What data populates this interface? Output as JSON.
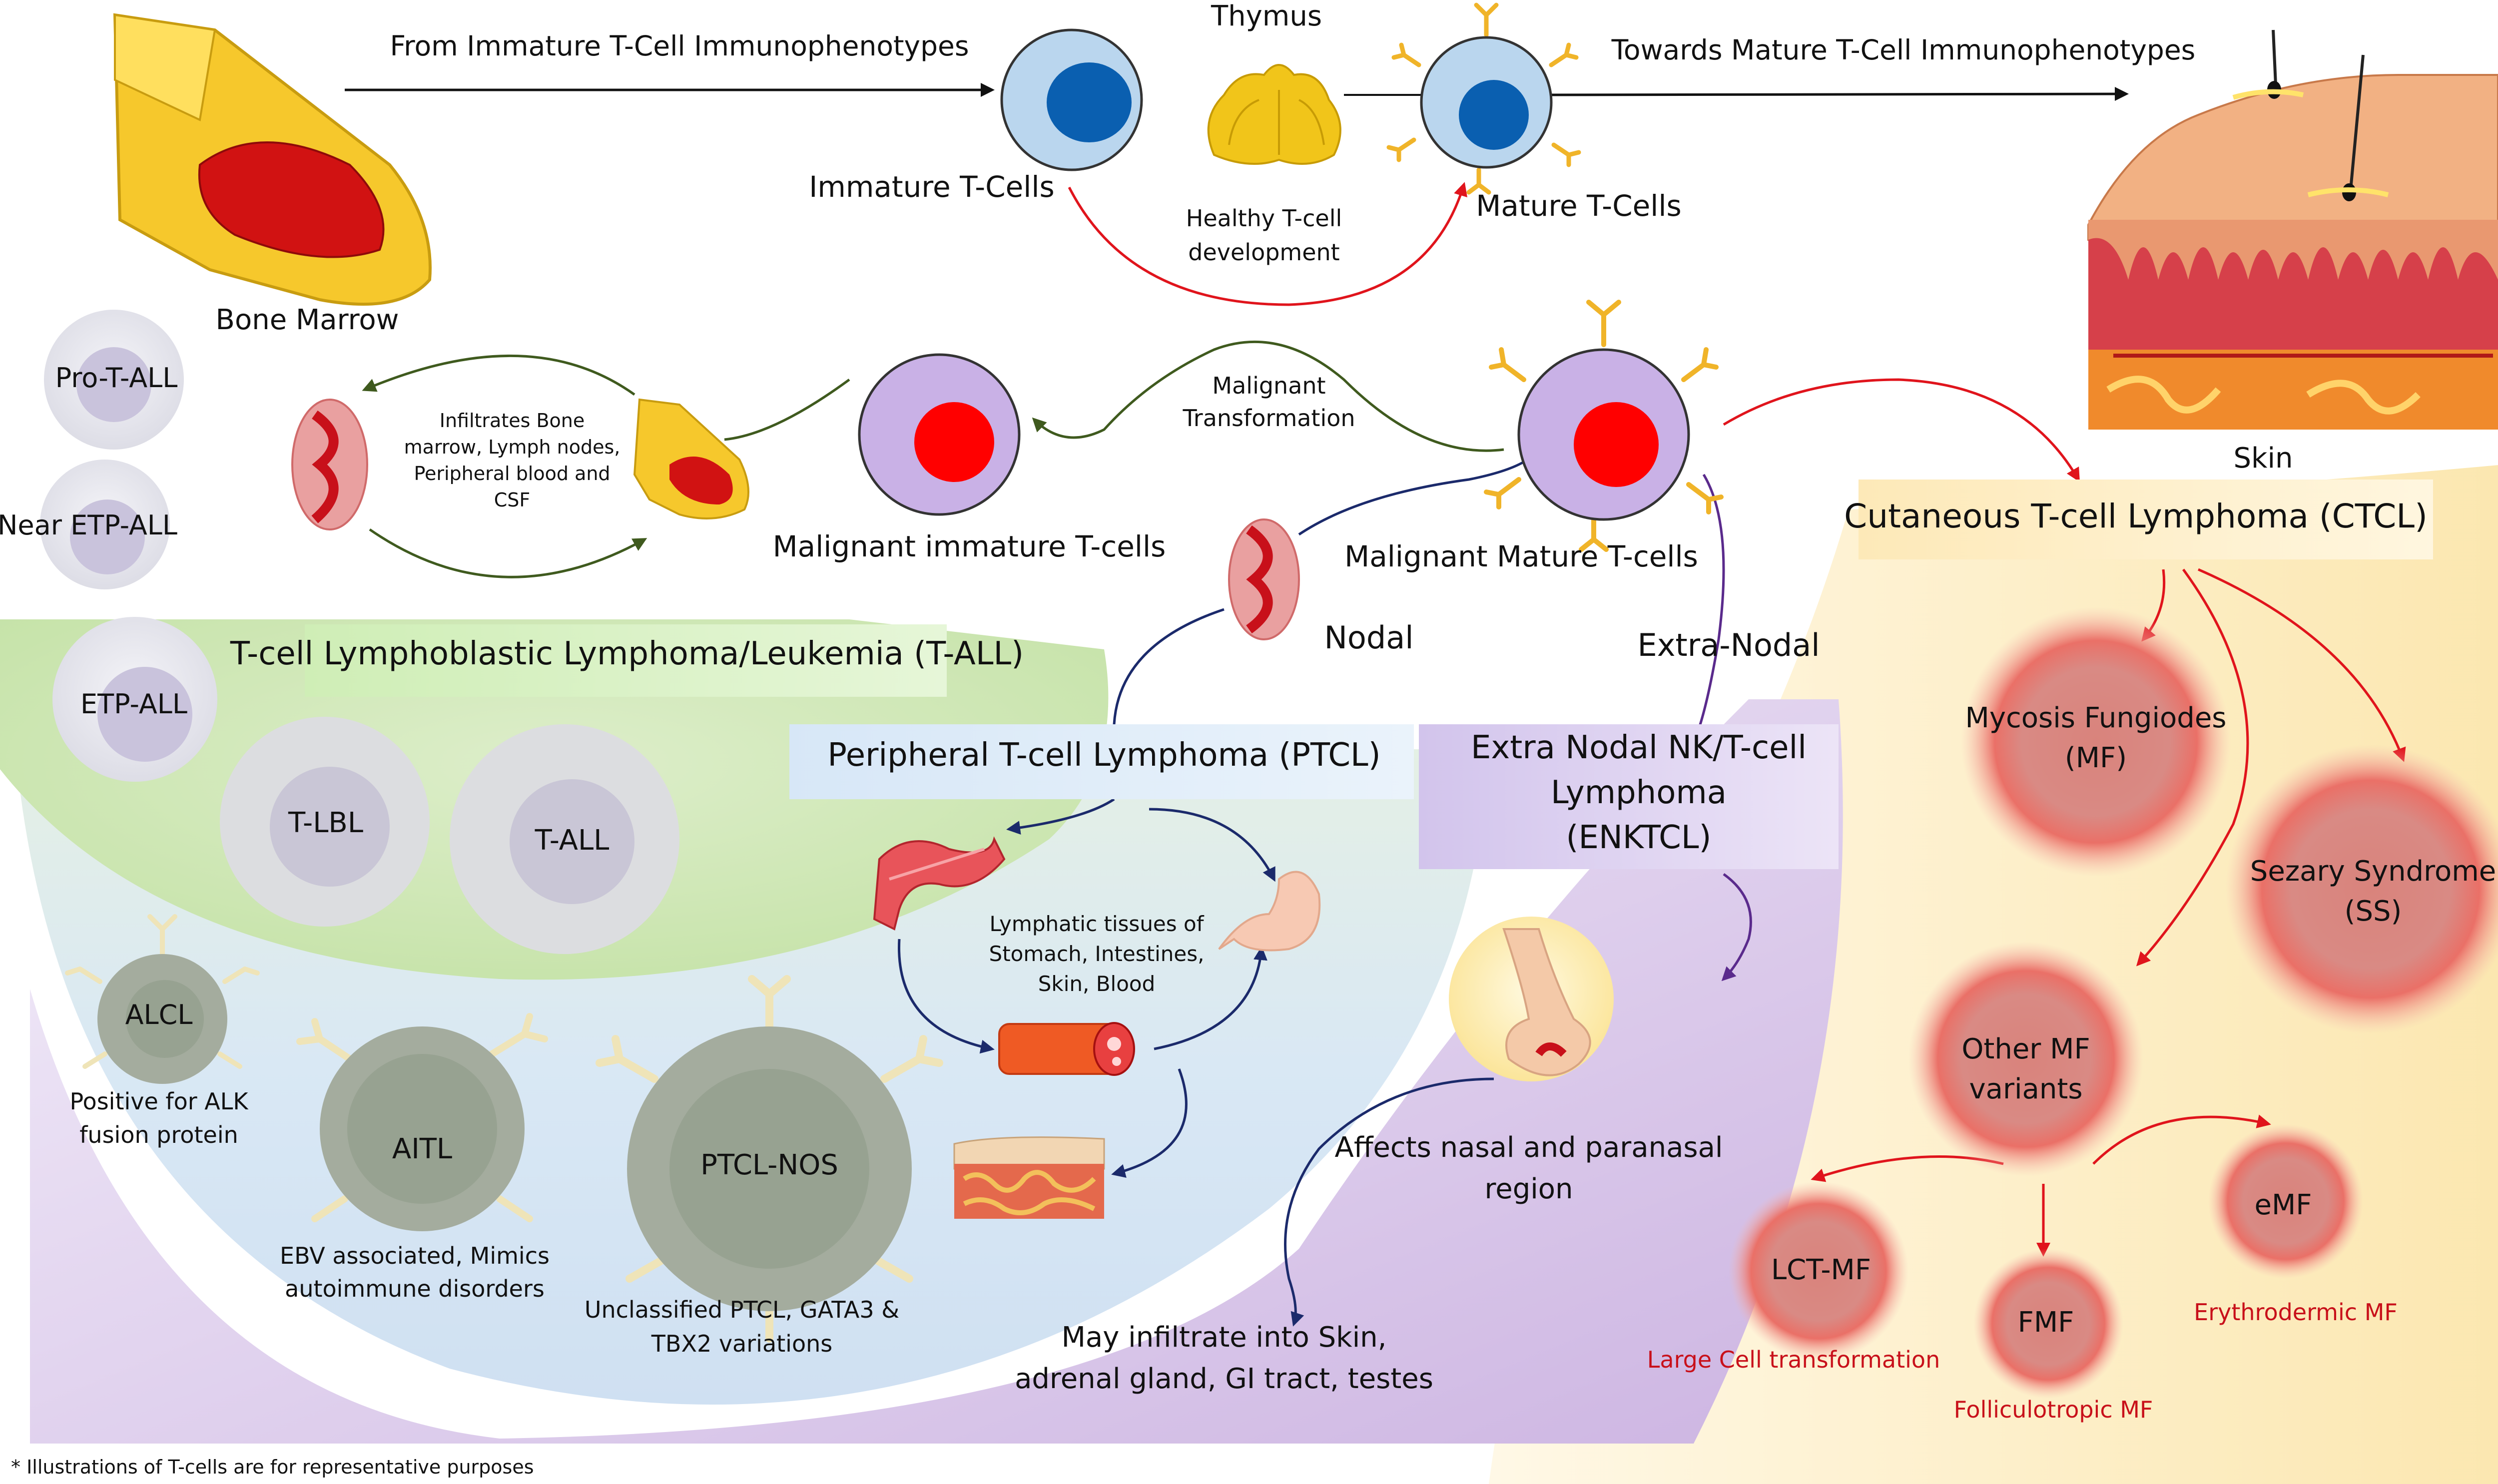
{
  "top": {
    "from_immature": "From Immature T-Cell Immunophenotypes",
    "thymus": "Thymus",
    "towards_mature": "Towards Mature T-Cell Immunophenotypes",
    "bone_marrow": "Bone Marrow",
    "immature_tcells": "Immature T-Cells",
    "healthy_dev_1": "Healthy T-cell",
    "healthy_dev_2": "development",
    "mature_tcells": "Mature T-Cells",
    "skin": "Skin"
  },
  "middle": {
    "infiltrates_1": "Infiltrates Bone",
    "infiltrates_2": "marrow, Lymph nodes,",
    "infiltrates_3": "Peripheral blood and",
    "infiltrates_4": "CSF",
    "malignant_transformation_1": "Malignant",
    "malignant_transformation_2": "Transformation",
    "malignant_immature": "Malignant immature T-cells",
    "malignant_mature": "Malignant Mature T-cells",
    "nodal": "Nodal",
    "extra_nodal": "Extra-Nodal"
  },
  "tall": {
    "title": "T-cell Lymphoblastic Lymphoma/Leukemia  (T-ALL)",
    "pro_t_all": "Pro-T-ALL",
    "near_etp_all": "Near ETP-ALL",
    "etp_all": "ETP-ALL",
    "t_lbl": "T-LBL",
    "t_all": "T-ALL"
  },
  "ptcl": {
    "title": "Peripheral T-cell Lymphoma (PTCL)",
    "lymphatic_1": "Lymphatic tissues of",
    "lymphatic_2": "Stomach, Intestines,",
    "lymphatic_3": "Skin, Blood",
    "alcl": "ALCL",
    "alcl_note_1": "Positive for ALK",
    "alcl_note_2": "fusion protein",
    "aitl": "AITL",
    "aitl_note_1": "EBV associated, Mimics",
    "aitl_note_2": "autoimmune disorders",
    "ptcl_nos": "PTCL-NOS",
    "ptcl_nos_note_1": "Unclassified PTCL, GATA3 &",
    "ptcl_nos_note_2": "TBX2 variations"
  },
  "enktcl": {
    "title_1": "Extra Nodal NK/T-cell",
    "title_2": "Lymphoma",
    "title_3": "(ENKTCL)",
    "affects_1": "Affects nasal and paranasal",
    "affects_2": "region",
    "infiltrate_1": "May infiltrate into Skin,",
    "infiltrate_2": "adrenal gland, GI tract, testes"
  },
  "ctcl": {
    "title": "Cutaneous  T-cell Lymphoma (CTCL)",
    "mf_1": "Mycosis Fungiodes",
    "mf_2": "(MF)",
    "ss_1": "Sezary Syndrome",
    "ss_2": "(SS)",
    "other_1": "Other MF",
    "other_2": "variants",
    "lct": "LCT-MF",
    "lct_note": "Large Cell transformation",
    "fmf": "FMF",
    "fmf_note": "Folliculotropic MF",
    "emf": "eMF",
    "emf_note": "Erythrodermic MF"
  },
  "footnote": "* Illustrations of T-cells are for representative purposes",
  "colors": {
    "tall_region": "#cfe8b8",
    "ptcl_region": "#d6e6f4",
    "enktcl_region": "#d7c4e6",
    "ctcl_region": "#fbe8b8",
    "arrow_red": "#e0141c",
    "arrow_green": "#3f5a1e",
    "arrow_navy": "#1b2a6b",
    "arrow_purple": "#5a2a8c",
    "nucleus_blue": "#0a5fb0",
    "malignant_red": "#ff0000"
  }
}
